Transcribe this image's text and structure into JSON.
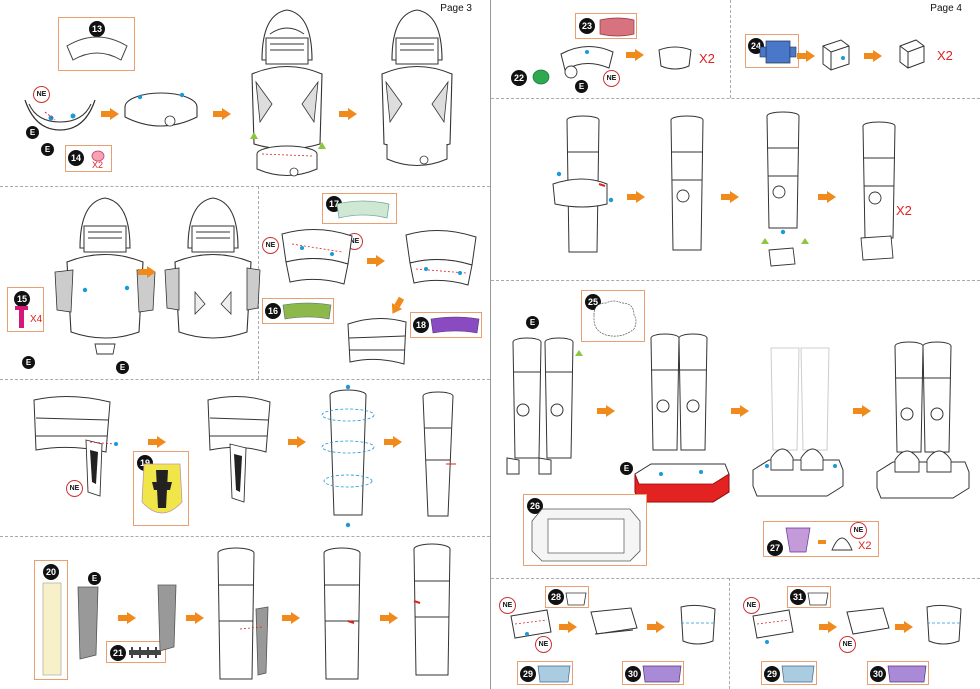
{
  "pages": [
    {
      "label": "Page 3"
    },
    {
      "label": "Page 4"
    }
  ],
  "badges": {
    "s13": "13",
    "s14": "14",
    "s15": "15",
    "s16": "16",
    "s17": "17",
    "s18": "18",
    "s19": "19",
    "s20": "20",
    "s21": "21",
    "s22": "22",
    "s23": "23",
    "s24": "24",
    "s25": "25",
    "s26": "26",
    "s27": "27",
    "s28": "28",
    "s29": "29",
    "s30": "30",
    "s31": "31",
    "s29b": "29",
    "s30b": "30"
  },
  "markers": {
    "ne": "NE",
    "e": "E"
  },
  "quantities": {
    "q14": "X2",
    "q15": "X4",
    "q23": "X2",
    "q24": "X2",
    "qlegs": "X2",
    "q27": "X2"
  },
  "colors": {
    "arrow": "#f08a1c",
    "accent_red": "#d22222",
    "dot_blue": "#1a9ad6",
    "dot_green": "#8cc63f",
    "part14": "#f5a3b3",
    "part15": "#d4187a",
    "part16": "#8db84a",
    "part17": "#cfe8d4",
    "part18": "#8a4bc2",
    "part19": "#f0e64a",
    "part20": "#f7f0c8",
    "part22": "#2fa84f",
    "part23": "#d7737f",
    "part24": "#4a78c8",
    "part26": "#f5f5f5",
    "part27": "#c49ad8",
    "part29": "#a9cce0",
    "part30": "#a98ad6"
  },
  "icons": [
    "helmet-icon",
    "torso-icon",
    "leg-icon",
    "base-icon",
    "arrow-right-icon"
  ]
}
